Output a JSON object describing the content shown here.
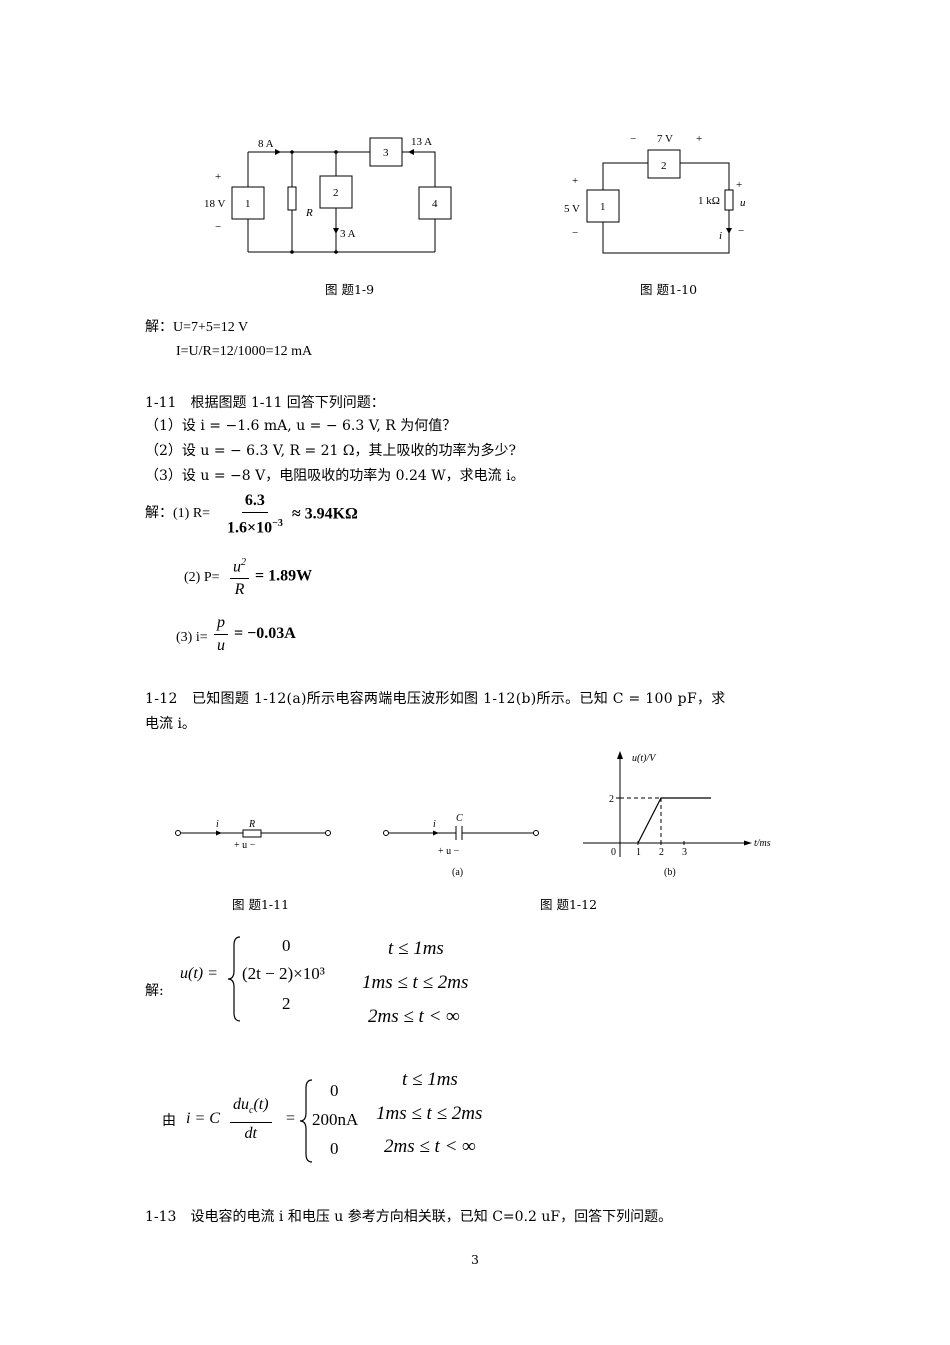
{
  "figure_1_9": {
    "caption": "图 题1-9",
    "labels": {
      "i_top": "8 A",
      "i_right": "13 A",
      "i_mid": "3 A",
      "v_left": "18 V",
      "plus": "+",
      "minus": "−",
      "b1": "1",
      "b2": "2",
      "b3": "3",
      "b4": "4",
      "r": "R"
    }
  },
  "figure_1_10": {
    "caption": "图 题1-10",
    "labels": {
      "v_top": "7 V",
      "v_left": "5 V",
      "res": "1 kΩ",
      "u": "u",
      "i": "i",
      "plus": "+",
      "minus": "−",
      "b1": "1",
      "b2": "2"
    }
  },
  "solution_1_10": {
    "label": "解：",
    "line1": "U=7+5=12 V",
    "line2": "I=U/R=12/1000=12 mA"
  },
  "problem_1_11": {
    "title": "1-11　根据图题 1-11 回答下列问题：",
    "q1": "（1）设 i = −1.6 mA, u = − 6.3 V, R 为何值？",
    "q2": "（2）设 u = − 6.3 V, R = 21 Ω，其上吸收的功率为多少?",
    "q3": "（3）设 u = −8 V，电阻吸收的功率为 0.24 W，求电流 i。"
  },
  "solution_1_11": {
    "label": "解：",
    "s1_prefix": "(1) R=",
    "s1_num": "6.3",
    "s1_den": "1.6×10",
    "s1_exp": "−3",
    "s1_result": "≈ 3.94KΩ",
    "s2_prefix": "(2) P=",
    "s2_num": "u",
    "s2_num_exp": "2",
    "s2_den": "R",
    "s2_result": "= 1.89W",
    "s3_prefix": "(3) i=",
    "s3_num": "p",
    "s3_den": "u",
    "s3_result": "= −0.03A"
  },
  "problem_1_12": {
    "line1": "1-12　已知图题 1-12(a)所示电容两端电压波形如图 1-12(b)所示。已知 C = 100 pF，求",
    "line2": "电流 i。"
  },
  "figure_1_11": {
    "caption": "图 题1-11",
    "i": "i",
    "r": "R",
    "pm": "+ u −"
  },
  "figure_1_12": {
    "caption": "图 题1-12",
    "a": "(a)",
    "b": "(b)",
    "i": "i",
    "c": "C",
    "pm": "+ u −",
    "ylabel": "u(t)/V",
    "xlabel": "t/ms",
    "ytick": "2",
    "xticks": [
      "0",
      "1",
      "2",
      "3"
    ]
  },
  "solution_1_12": {
    "label": "解:",
    "lhs": "u(t) =",
    "cases": [
      "0",
      "(2t − 2)×10³",
      "2"
    ],
    "conds": [
      "t ≤ 1ms",
      "1ms ≤ t ≤ 2ms",
      "2ms ≤ t < ∞"
    ],
    "by": "由",
    "i_lhs": "i = C",
    "d_num": "du",
    "d_sub": "c",
    "d_num2": "(t)",
    "d_den": "dt",
    "eq": "=",
    "i_cases": [
      "0",
      "200nA",
      "0"
    ],
    "i_conds": [
      "t ≤ 1ms",
      "1ms ≤ t ≤ 2ms",
      "2ms ≤ t < ∞"
    ]
  },
  "problem_1_13": {
    "line": "1-13　设电容的电流 i 和电压 u 参考方向相关联，已知 C=0.2 uF，回答下列问题。"
  },
  "page_number": "3"
}
